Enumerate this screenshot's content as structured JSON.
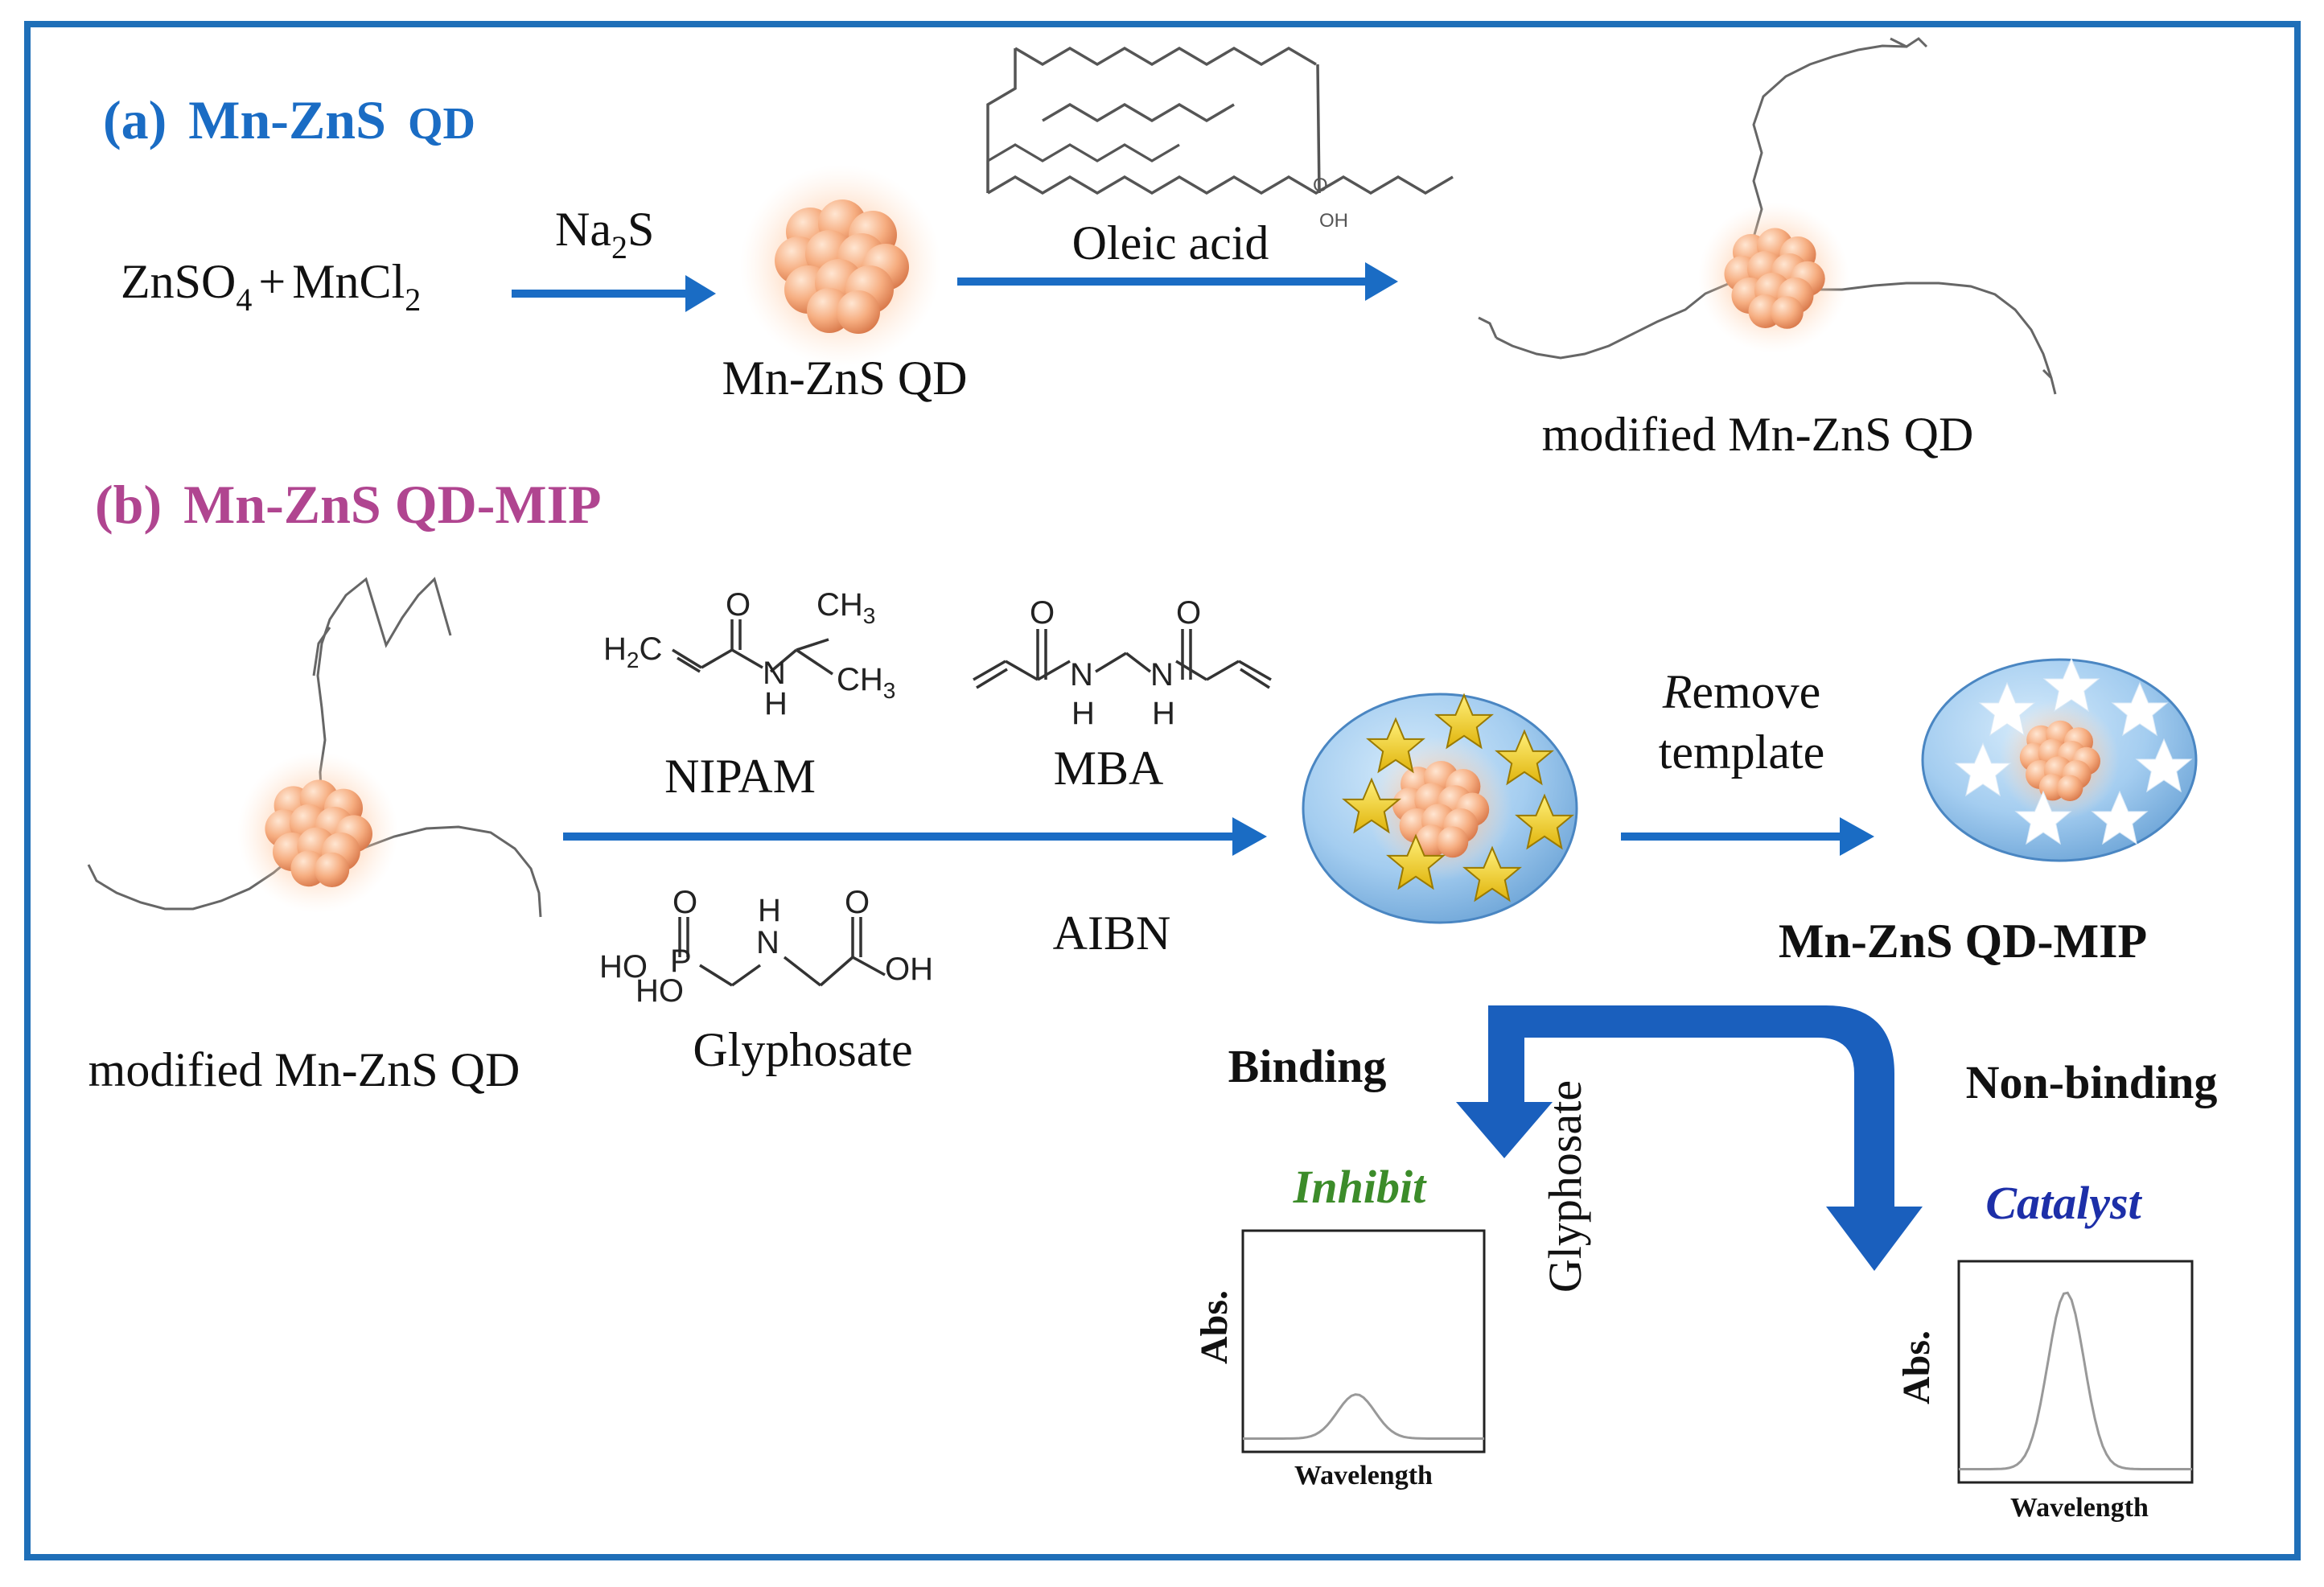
{
  "colors": {
    "frame": "#1f6fb8",
    "arrow": "#1a6cc4",
    "title_a": "#1a6cc4",
    "title_b": "#b04590",
    "inhibit": "#3c8c2a",
    "catalyst": "#1d2fa8",
    "qd": "#f0a070",
    "shell": "#9cc8ee",
    "star_gold": "#f2d21a"
  },
  "section_a": {
    "prefix": "(a)",
    "title": "Mn-ZnS",
    "title_small": "QD",
    "reactant_1": "ZnSO",
    "reactant_1_sub": "4",
    "plus": "+",
    "reactant_2": "MnCl",
    "reactant_2_sub": "2",
    "reagent_1": "Na",
    "reagent_1_sub": "2",
    "reagent_1_end": "S",
    "product_1": "Mn-ZnS QD",
    "reagent_2": "Oleic acid",
    "oleic_oh": "OH",
    "oleic_o": "O",
    "product_2": "modified Mn-ZnS QD"
  },
  "section_b": {
    "prefix": "(b)",
    "title": "Mn-ZnS QD-MIP",
    "start_label": "modified Mn-ZnS QD",
    "nipam": {
      "name": "NIPAM",
      "h2c": "H",
      "h2c_sub": "2",
      "h2c_end": "C",
      "o": "O",
      "nh_n": "N",
      "nh_h": "H",
      "ch3_top": "CH",
      "ch3_top_sub": "3",
      "ch3_right": "CH",
      "ch3_right_sub": "3"
    },
    "mba": {
      "name": "MBA",
      "o_left": "O",
      "o_right": "O",
      "n_left": "N",
      "n_right": "N",
      "h_left": "H",
      "h_right": "H"
    },
    "glyphosate_struct": {
      "name": "Glyphosate",
      "ho_1": "HO",
      "p": "P",
      "ho_2": "HO",
      "o_p": "O",
      "h_nh": "H",
      "n_nh": "N",
      "o_acid": "O",
      "oh_acid": "OH"
    },
    "initiator": "AIBN",
    "remove_r": "R",
    "remove_rest": "emove",
    "remove_line2": "template",
    "product": "Mn-ZnS QD-MIP"
  },
  "detection": {
    "binding": "Binding",
    "non_binding": "Non-binding",
    "glyphosate": "Glyphosate",
    "inhibit": "Inhibit",
    "catalyst": "Catalyst",
    "ylabel": "Abs.",
    "xlabel": "Wavelength"
  }
}
